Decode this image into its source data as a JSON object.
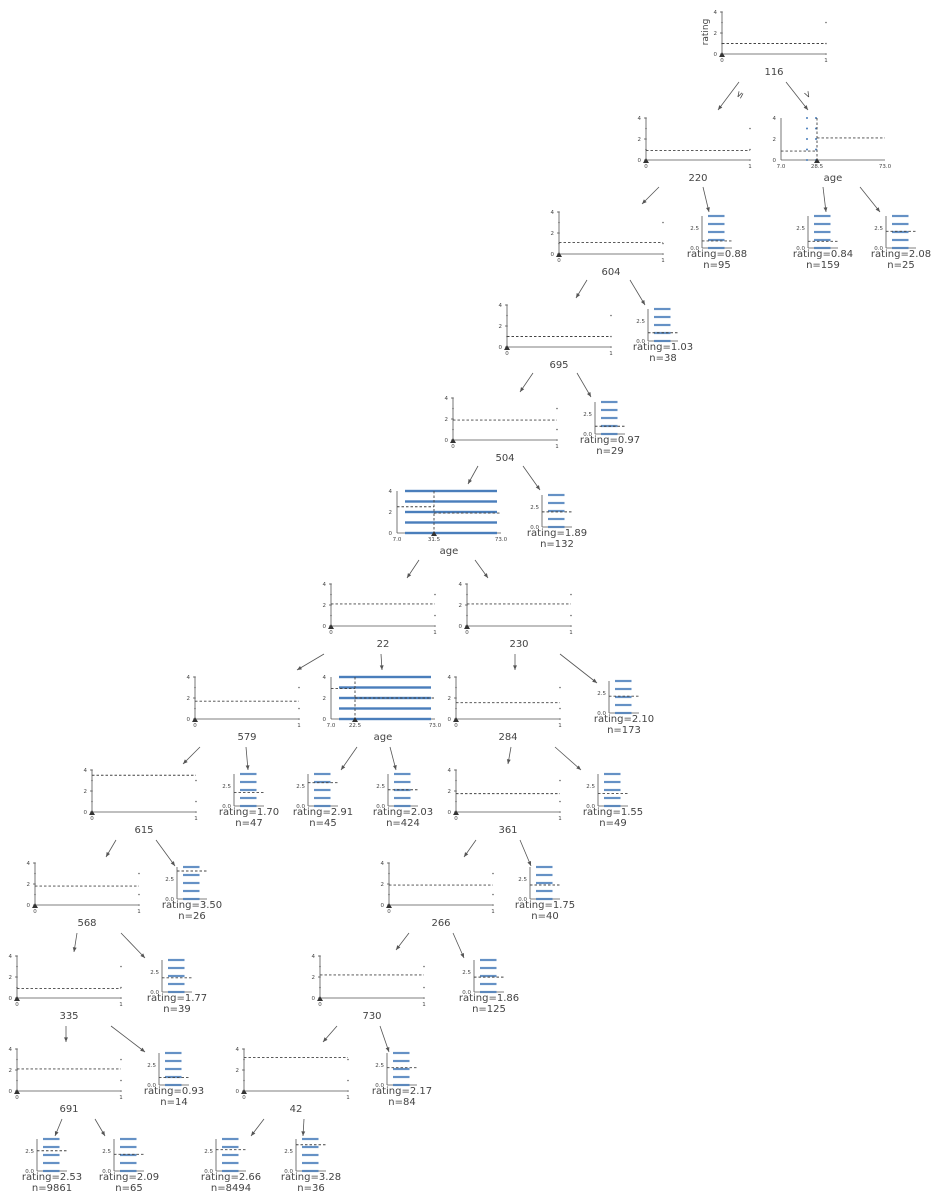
{
  "ylabel": "rating",
  "split_ticks": {
    "y": [
      "0",
      "2",
      "4"
    ],
    "x": [
      "0",
      "1"
    ]
  },
  "leaf_ticks": [
    "0.0",
    "2.5"
  ],
  "edge_labels": {
    "left": "≤",
    "right": ">"
  },
  "nodes": [
    {
      "id": "n116",
      "label": "116",
      "type": "split"
    },
    {
      "id": "n220",
      "label": "220",
      "type": "split"
    },
    {
      "id": "nage1",
      "label": "age",
      "type": "split_age",
      "x_ticks": [
        "7.0",
        "28.5",
        "73.0"
      ]
    },
    {
      "id": "n604",
      "label": "604",
      "type": "split"
    },
    {
      "id": "n695",
      "label": "695",
      "type": "split"
    },
    {
      "id": "n504",
      "label": "504",
      "type": "split"
    },
    {
      "id": "nage2",
      "label": "age",
      "type": "split_age",
      "x_ticks": [
        "7.0",
        "31.5",
        "73.0"
      ]
    },
    {
      "id": "n22",
      "label": "22",
      "type": "split"
    },
    {
      "id": "n230",
      "label": "230",
      "type": "split"
    },
    {
      "id": "n579",
      "label": "579",
      "type": "split"
    },
    {
      "id": "nage3",
      "label": "age",
      "type": "split_age",
      "x_ticks": [
        "7.0",
        "22.5",
        "73.0"
      ]
    },
    {
      "id": "n284",
      "label": "284",
      "type": "split"
    },
    {
      "id": "n615",
      "label": "615",
      "type": "split"
    },
    {
      "id": "n361",
      "label": "361",
      "type": "split"
    },
    {
      "id": "n568",
      "label": "568",
      "type": "split"
    },
    {
      "id": "n266",
      "label": "266",
      "type": "split"
    },
    {
      "id": "n335",
      "label": "335",
      "type": "split"
    },
    {
      "id": "n730",
      "label": "730",
      "type": "split"
    },
    {
      "id": "n691",
      "label": "691",
      "type": "split"
    },
    {
      "id": "n42",
      "label": "42",
      "type": "split"
    }
  ],
  "leaves": [
    {
      "id": "l1",
      "rating": "rating=0.88",
      "n": "n=95"
    },
    {
      "id": "l2",
      "rating": "rating=0.84",
      "n": "n=159"
    },
    {
      "id": "l3",
      "rating": "rating=2.08",
      "n": "n=25"
    },
    {
      "id": "l4",
      "rating": "rating=1.03",
      "n": "n=38"
    },
    {
      "id": "l5",
      "rating": "rating=0.97",
      "n": "n=29"
    },
    {
      "id": "l6",
      "rating": "rating=1.89",
      "n": "n=132"
    },
    {
      "id": "l7",
      "rating": "rating=2.10",
      "n": "n=173"
    },
    {
      "id": "l8",
      "rating": "rating=1.70",
      "n": "n=47"
    },
    {
      "id": "l9",
      "rating": "rating=2.91",
      "n": "n=45"
    },
    {
      "id": "l10",
      "rating": "rating=2.03",
      "n": "n=424"
    },
    {
      "id": "l11",
      "rating": "rating=1.55",
      "n": "n=49"
    },
    {
      "id": "l12",
      "rating": "rating=3.50",
      "n": "n=26"
    },
    {
      "id": "l13",
      "rating": "rating=1.75",
      "n": "n=40"
    },
    {
      "id": "l14",
      "rating": "rating=1.77",
      "n": "n=39"
    },
    {
      "id": "l15",
      "rating": "rating=1.86",
      "n": "n=125"
    },
    {
      "id": "l16",
      "rating": "rating=0.93",
      "n": "n=14"
    },
    {
      "id": "l17",
      "rating": "rating=2.17",
      "n": "n=84"
    },
    {
      "id": "l18",
      "rating": "rating=2.53",
      "n": "n=9861"
    },
    {
      "id": "l19",
      "rating": "rating=2.09",
      "n": "n=65"
    },
    {
      "id": "l20",
      "rating": "rating=2.66",
      "n": "n=8494"
    },
    {
      "id": "l21",
      "rating": "rating=3.28",
      "n": "n=36"
    }
  ],
  "colors": {
    "points": "#4a7ebb",
    "axis": "#555555",
    "text": "#444444"
  }
}
